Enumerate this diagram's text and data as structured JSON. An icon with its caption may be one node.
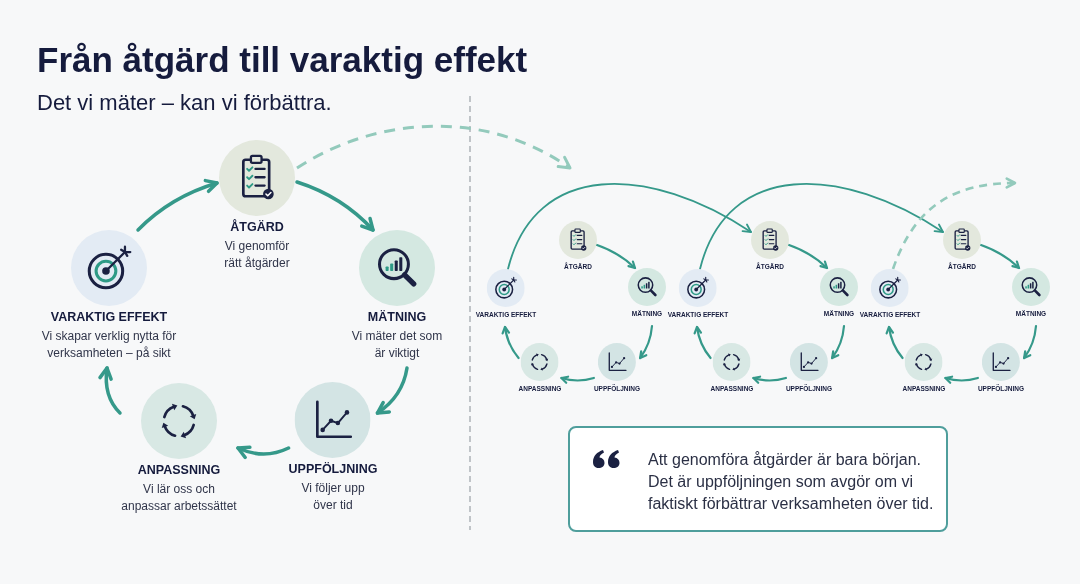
{
  "diagram": {
    "title": "Från åtgärd till varaktig effekt",
    "nodes": [
      {
        "text": [
          "ÅTGÄRD",
          "Vi genomför rätt åtgärder"
        ]
      },
      {
        "text": [
          "MÄTNING",
          "Vi mäter det som är viktigt"
        ]
      },
      {
        "text": [
          "UPPFÖLJNING",
          "Vi följer upp över tid"
        ]
      },
      {
        "text": [
          "ANPASSNING",
          "Vi lär oss och anpassar arbetssättet"
        ]
      },
      {
        "text": [
          "VARAKTIG EFFEKT",
          "Vi skapar verklig nytta för verksamheten – på sikt"
        ]
      },
      {
        "text": [
          "ÅTGÄRD"
        ]
      },
      {
        "text": [
          "MÄTNING"
        ]
      },
      {
        "text": [
          "UPPFÖLJNING"
        ]
      },
      {
        "text": [
          "ANPASSNING"
        ]
      },
      {
        "text": [
          "VARAKTIG EFFEKT"
        ]
      },
      {
        "text": [
          "ÅTGÄRD"
        ]
      },
      {
        "text": [
          "MÄTNING"
        ]
      },
      {
        "text": [
          "UPPFÖLJNING"
        ]
      },
      {
        "text": [
          "ANPASSNING"
        ]
      },
      {
        "text": [
          "VARAKTIG EFFEKT"
        ]
      },
      {
        "text": [
          "ÅTGÄRD"
        ]
      },
      {
        "text": [
          "MÄTNING"
        ]
      },
      {
        "text": [
          "UPPFÖLJNING"
        ]
      },
      {
        "text": [
          "ANPASSNING"
        ]
      },
      {
        "text": [
          "VARAKTIG EFFEKT"
        ]
      },
      {
        "text": [
          "Att genomföra åtgärder är bara början. Det är uppföljningen som avgör om vi faktiskt förbättrar verksamheten över tid."
        ]
      }
    ],
    "edges": [
      {
        "from": 0,
        "to": 1,
        "arrow": "to"
      },
      {
        "from": 1,
        "to": 2,
        "arrow": "to"
      },
      {
        "from": 2,
        "to": 3,
        "arrow": "to"
      },
      {
        "from": 3,
        "to": 4,
        "arrow": "to"
      },
      {
        "from": 4,
        "to": 0,
        "arrow": "to"
      },
      {
        "from": 0,
        "to": null,
        "arrow": "to",
        "style": "dashed",
        "color": "#93cabc"
      },
      {
        "from": 5,
        "to": 6,
        "arrow": "to"
      },
      {
        "from": 6,
        "to": 7,
        "arrow": "to"
      },
      {
        "from": 7,
        "to": 8,
        "arrow": "to"
      },
      {
        "from": 8,
        "to": 9,
        "arrow": "to"
      },
      {
        "from": 9,
        "to": 10,
        "arrow": "to"
      },
      {
        "from": 10,
        "to": 11,
        "arrow": "to"
      },
      {
        "from": 11,
        "to": 12,
        "arrow": "to"
      },
      {
        "from": 12,
        "to": 13,
        "arrow": "to"
      },
      {
        "from": 13,
        "to": 14,
        "arrow": "to"
      },
      {
        "from": 14,
        "to": 15,
        "arrow": "to"
      },
      {
        "from": 15,
        "to": 16,
        "arrow": "to"
      },
      {
        "from": 16,
        "to": 17,
        "arrow": "to"
      },
      {
        "from": 17,
        "to": 18,
        "arrow": "to"
      },
      {
        "from": 18,
        "to": 19,
        "arrow": "to"
      },
      {
        "from": 19,
        "to": null,
        "arrow": "to",
        "style": "dashed",
        "color": "#93cabc"
      }
    ],
    "labels": [
      "Det vi mäter – kan vi förbättra."
    ]
  }
}
